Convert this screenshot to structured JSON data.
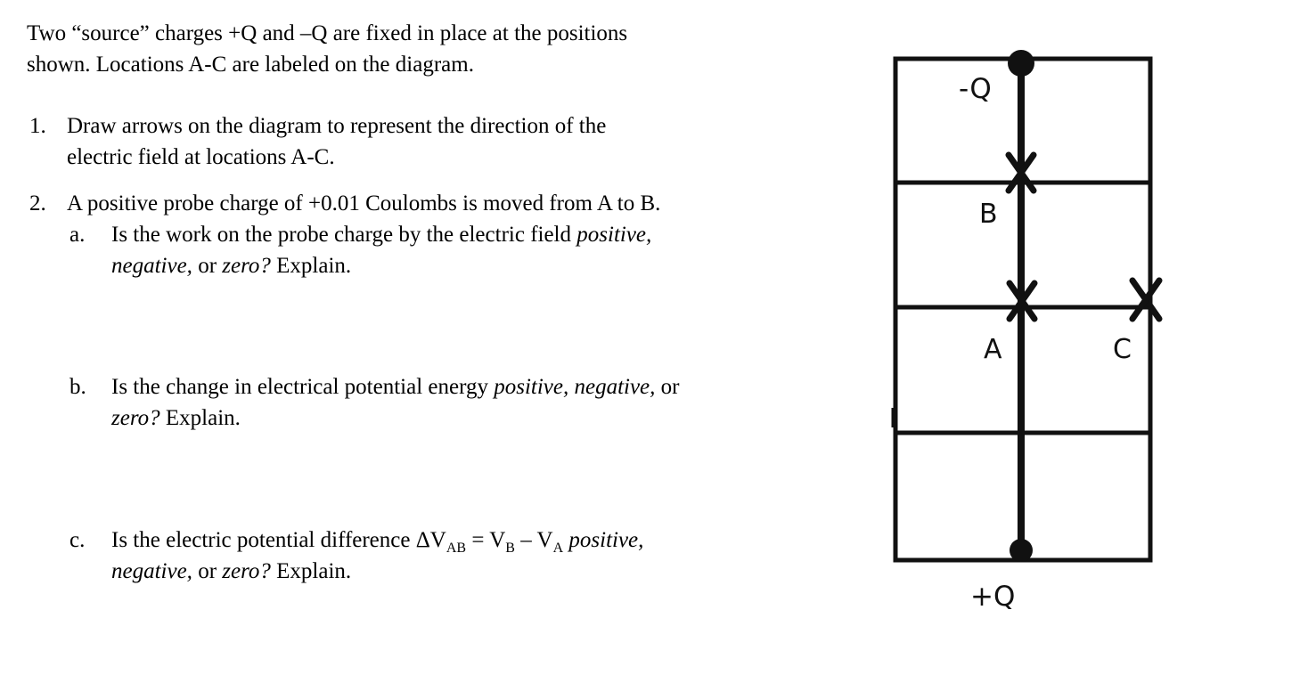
{
  "text": {
    "intro": {
      "line1": "Two “source” charges +Q and –Q are fixed in place at the positions",
      "line2": "shown. Locations A-C are labeled on the diagram."
    },
    "item1": {
      "num": "1.",
      "line1": "Draw arrows on the diagram to represent the direction of the",
      "line2": "electric field at locations A-C."
    },
    "item2": {
      "num": "2.",
      "line1": "A positive probe charge of +0.01 Coulombs is moved from A to B."
    },
    "suba": {
      "num": "a.",
      "line1": [
        {
          "t": "Is the work on the probe charge by the electric field ",
          "style": "normal"
        },
        {
          "t": "positive,",
          "style": "italic"
        }
      ],
      "line2": [
        {
          "t": "negative,",
          "style": "italic"
        },
        {
          "t": " or ",
          "style": "normal"
        },
        {
          "t": "zero?",
          "style": "italic"
        },
        {
          "t": "  Explain.",
          "style": "normal"
        }
      ]
    },
    "subb": {
      "num": "b.",
      "line1": [
        {
          "t": "Is the change in electrical potential energy ",
          "style": "normal"
        },
        {
          "t": "positive, negative,",
          "style": "italic"
        },
        {
          "t": " or",
          "style": "normal"
        }
      ],
      "line2": [
        {
          "t": "zero?",
          "style": "italic"
        },
        {
          "t": " Explain.",
          "style": "normal"
        }
      ]
    },
    "subc": {
      "num": "c.",
      "line1": [
        {
          "t": "Is the electric potential difference ΔV",
          "style": "normal"
        },
        {
          "t": "AB",
          "style": "subscript"
        },
        {
          "t": " = V",
          "style": "normal"
        },
        {
          "t": "B",
          "style": "subscript"
        },
        {
          "t": " – V",
          "style": "normal"
        },
        {
          "t": "A",
          "style": "subscript"
        },
        {
          "t": " ",
          "style": "normal"
        },
        {
          "t": "positive,",
          "style": "italic"
        }
      ],
      "line2": [
        {
          "t": "negative,",
          "style": "italic"
        },
        {
          "t": " or ",
          "style": "normal"
        },
        {
          "t": "zero?",
          "style": "italic"
        },
        {
          "t": "  Explain.",
          "style": "normal"
        }
      ]
    }
  },
  "diagram": {
    "labels": {
      "top_charge": "-Q",
      "bottom_charge": "+Q",
      "point_a": "A",
      "point_b": "B",
      "point_c": "C"
    },
    "line_color": "#111111"
  }
}
